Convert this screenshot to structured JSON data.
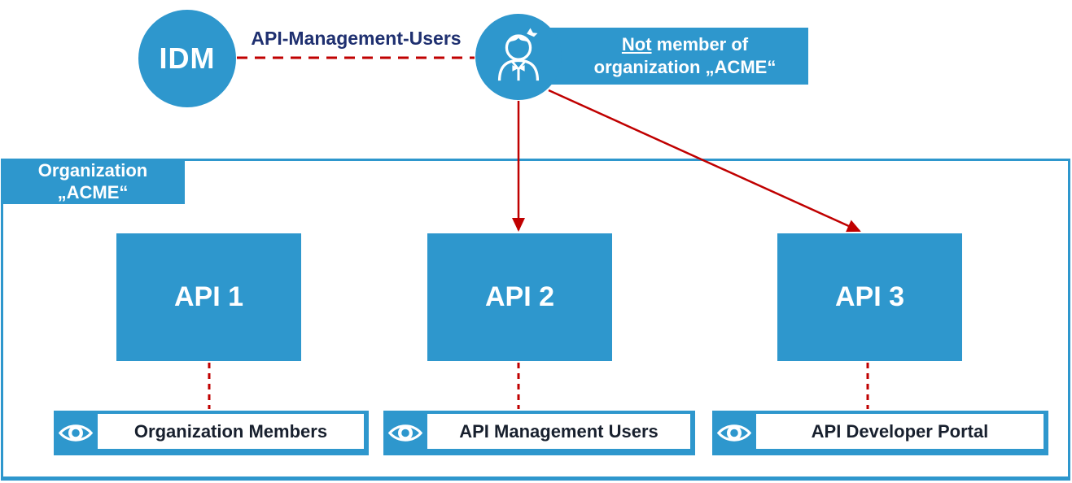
{
  "colors": {
    "blue": "#2E97CD",
    "red": "#C00000",
    "navy": "#1F3070",
    "dark_text": "#18202E",
    "white": "#FFFFFF"
  },
  "idm": {
    "label": "IDM"
  },
  "connection": {
    "label": "API-Management-Users"
  },
  "user_badge": {
    "underlined": "Not",
    "line1_rest": " member of",
    "line2": "organization „ACME“"
  },
  "organization": {
    "label_line1": "Organization",
    "label_line2": "„ACME“"
  },
  "apis": [
    {
      "label": "API 1",
      "visibility": "Organization Members"
    },
    {
      "label": "API 2",
      "visibility": "API Management Users"
    },
    {
      "label": "API 3",
      "visibility": "API Developer Portal"
    }
  ],
  "icons": {
    "user": "user-icon",
    "eye": "visibility-eye-icon"
  }
}
